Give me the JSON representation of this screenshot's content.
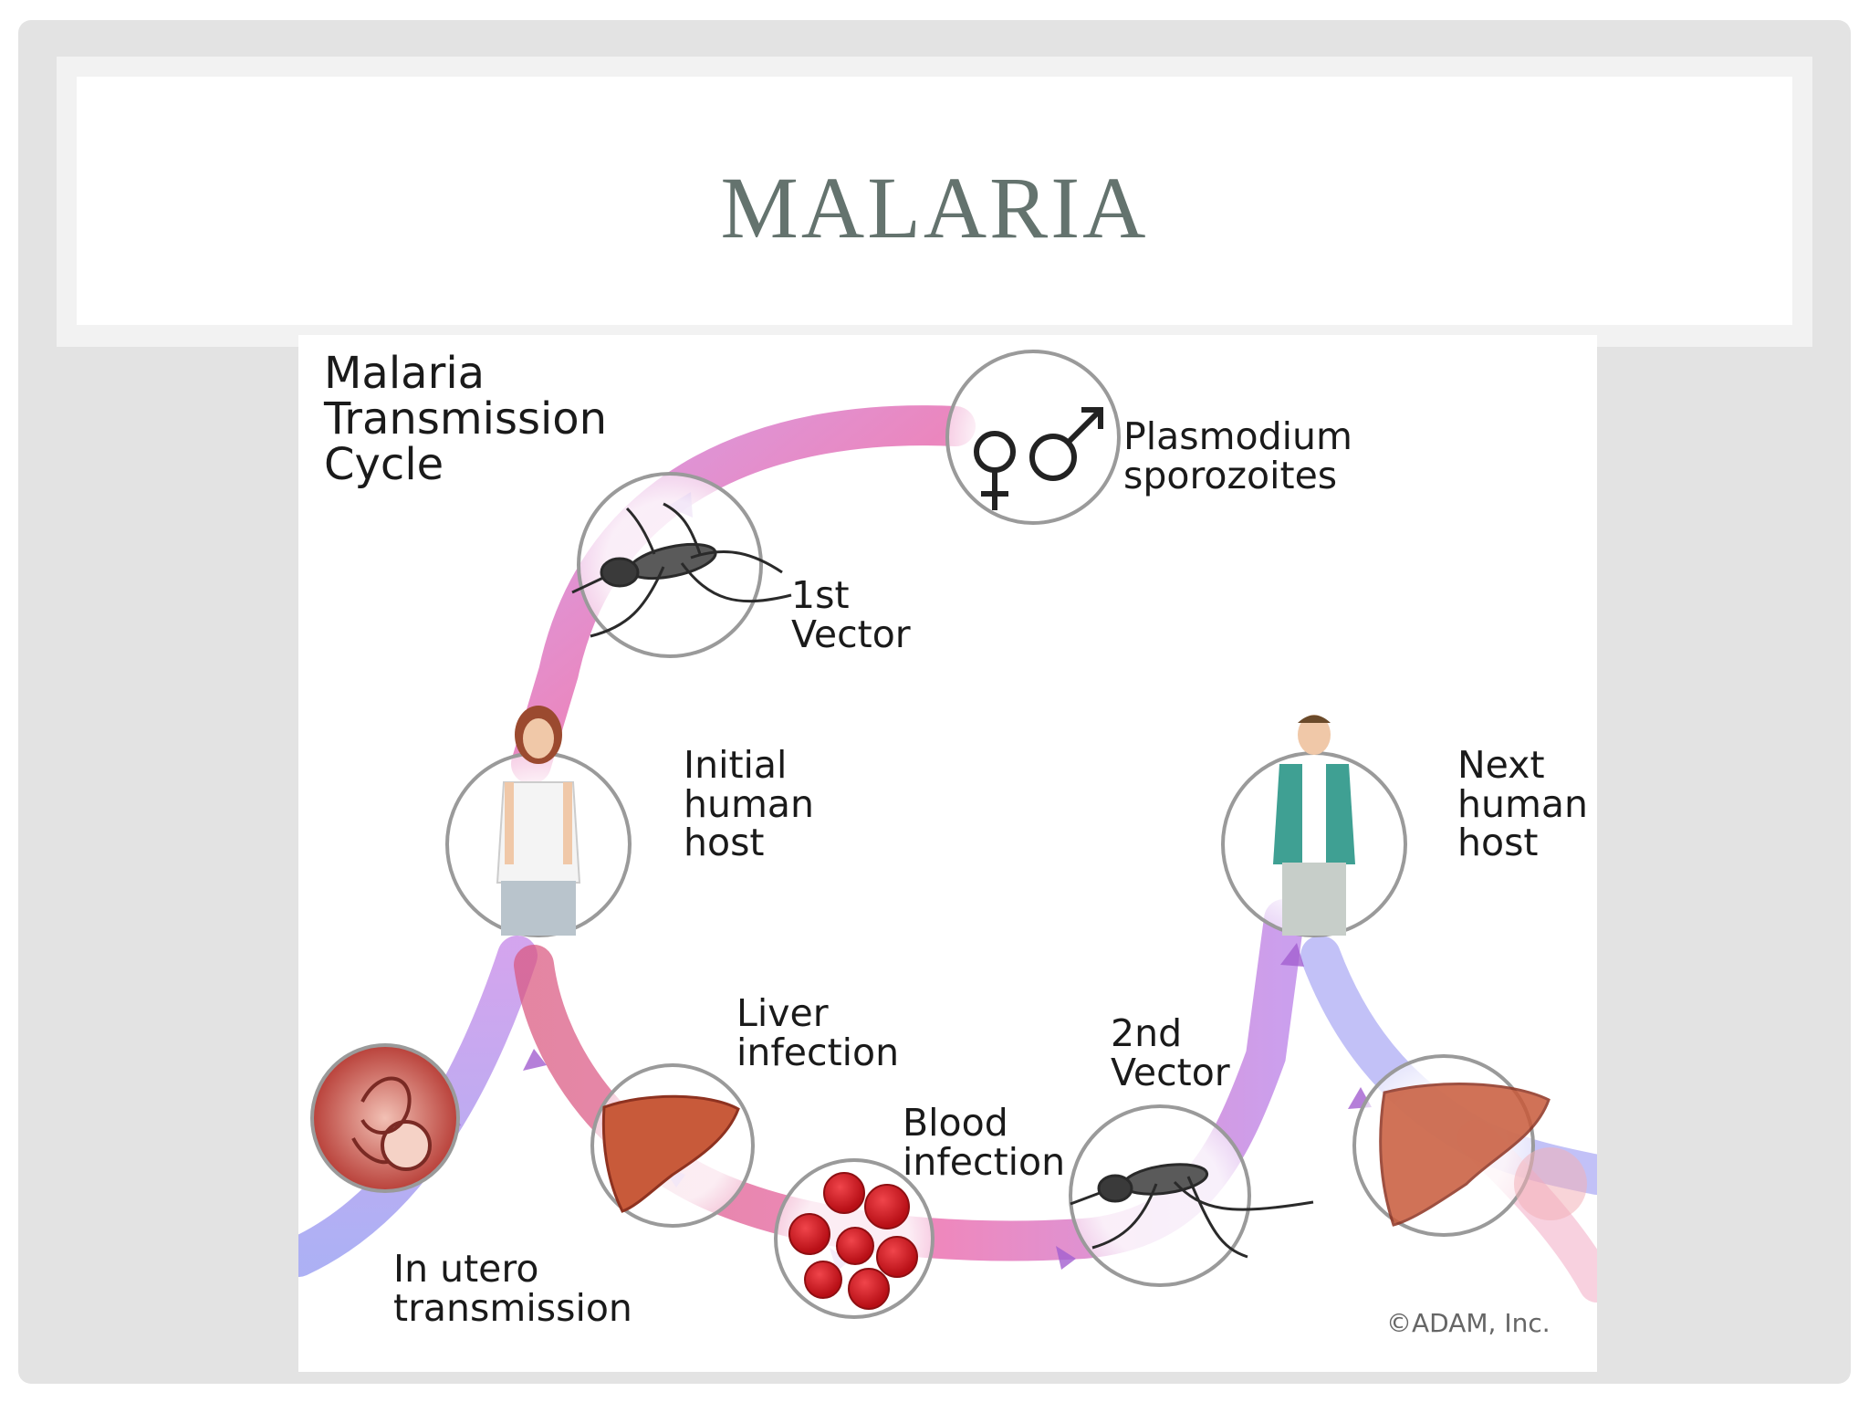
{
  "slide": {
    "title": "MALARIA"
  },
  "diagram": {
    "title": "Malaria\nTransmission\nCycle",
    "labels": {
      "plasmodium": "Plasmodium\nsporozoites",
      "vector_1": "1st\nVector",
      "initial_host": "Initial\nhuman\nhost",
      "next_host": "Next\nhuman\nhost",
      "liver": "Liver\ninfection",
      "vector_2": "2nd\nVector",
      "blood": "Blood\ninfection",
      "utero": "In utero\ntransmission"
    },
    "copyright": "©ADAM, Inc.",
    "colors": {
      "pink_path": "#e0559e",
      "purple_path": "#a57ee6",
      "blue_path": "#7b86ee",
      "circle_stroke": "#9a9a9a",
      "blood_cell": "#d61b21",
      "liver": "#c85a3a"
    },
    "icons": [
      "mosquito-icon",
      "female-symbol-icon",
      "male-symbol-icon",
      "woman-icon",
      "man-icon",
      "liver-icon",
      "red-blood-cells-icon",
      "fetus-icon"
    ]
  }
}
